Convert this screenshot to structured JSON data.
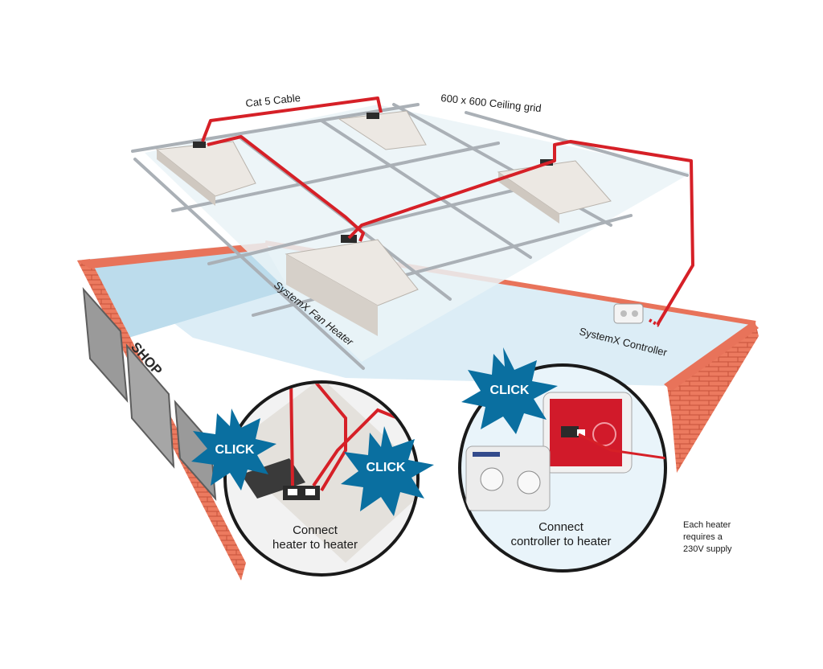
{
  "labels": {
    "cat5_cable": "Cat 5 Cable",
    "ceiling_grid": "600 x 600 Ceiling grid",
    "fan_heater": "SystemX Fan Heater",
    "controller": "SystemX Controller",
    "shop_sign": "SHOP"
  },
  "callouts": {
    "click_left": "CLICK",
    "click_middle": "CLICK",
    "click_right": "CLICK"
  },
  "insets": {
    "heater_to_heater": {
      "line1": "Connect",
      "line2": "heater to heater"
    },
    "controller_to_heater": {
      "line1": "Connect",
      "line2": "controller to heater"
    }
  },
  "note": {
    "line1": "Each heater",
    "line2": "requires a",
    "line3": "230V supply"
  },
  "colors": {
    "cable": "#d62027",
    "brick": "#e8735a",
    "floor_blue": "#d6ecf6",
    "ceiling_panel": "#e9f2f6",
    "grid": "#b3b8bd",
    "heater": "#e7e4df",
    "burst": "#0a6fa0"
  }
}
